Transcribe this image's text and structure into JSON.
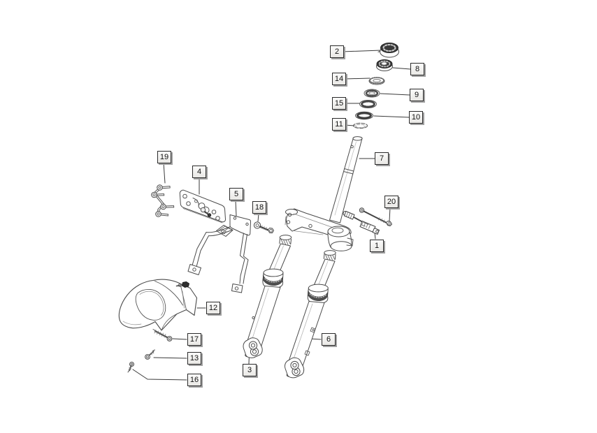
{
  "diagram": {
    "background": "#ffffff",
    "line_color": "#4a4a4a",
    "label_style": {
      "bg": "#f4f3f1",
      "border": "#2b2b2b",
      "shadow": "#a0a0a0",
      "text_color": "#111111"
    }
  },
  "labels": [
    {
      "num": "1"
    },
    {
      "num": "2"
    },
    {
      "num": "3"
    },
    {
      "num": "4"
    },
    {
      "num": "5"
    },
    {
      "num": "6"
    },
    {
      "num": "7"
    },
    {
      "num": "8"
    },
    {
      "num": "9"
    },
    {
      "num": "10"
    },
    {
      "num": "11"
    },
    {
      "num": "12"
    },
    {
      "num": "13"
    },
    {
      "num": "14"
    },
    {
      "num": "15"
    },
    {
      "num": "16"
    },
    {
      "num": "17"
    },
    {
      "num": "18"
    },
    {
      "num": "19"
    },
    {
      "num": "20"
    }
  ]
}
